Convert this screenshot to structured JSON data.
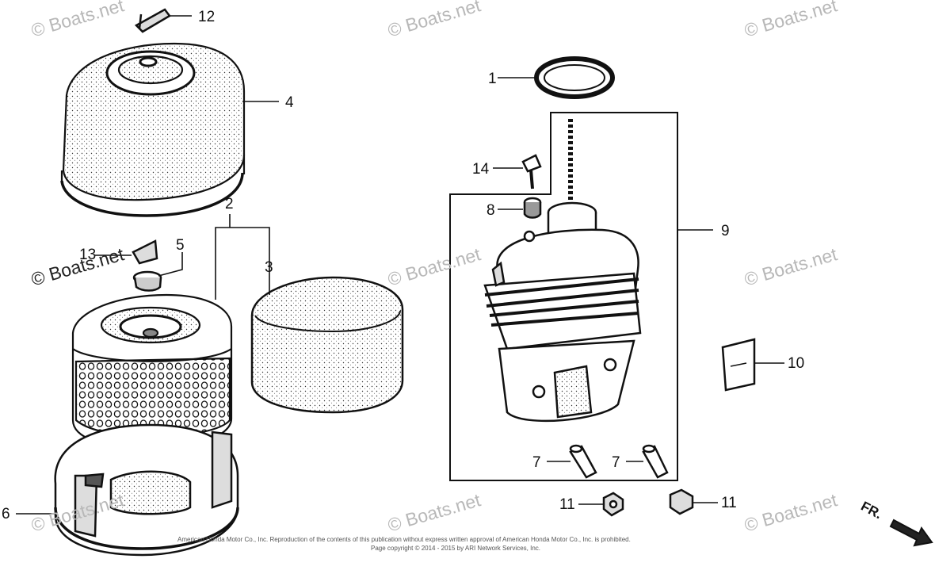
{
  "callouts": {
    "c1": "1",
    "c2": "2",
    "c3": "3",
    "c4": "4",
    "c5": "5",
    "c6": "6",
    "c7a": "7",
    "c7b": "7",
    "c8": "8",
    "c9": "9",
    "c10": "10",
    "c11a": "11",
    "c11b": "11",
    "c12": "12",
    "c13": "13",
    "c14": "14"
  },
  "watermark": "© Boats.net",
  "copyright": {
    "line1": "American Honda Motor Co., Inc. Reproduction of the contents of this publication without express written approval of American Honda Motor Co., Inc. is prohibited.",
    "line2": "Page copyright © 2014 - 2015 by ARI Network Services, Inc."
  },
  "direction_label": "FR."
}
